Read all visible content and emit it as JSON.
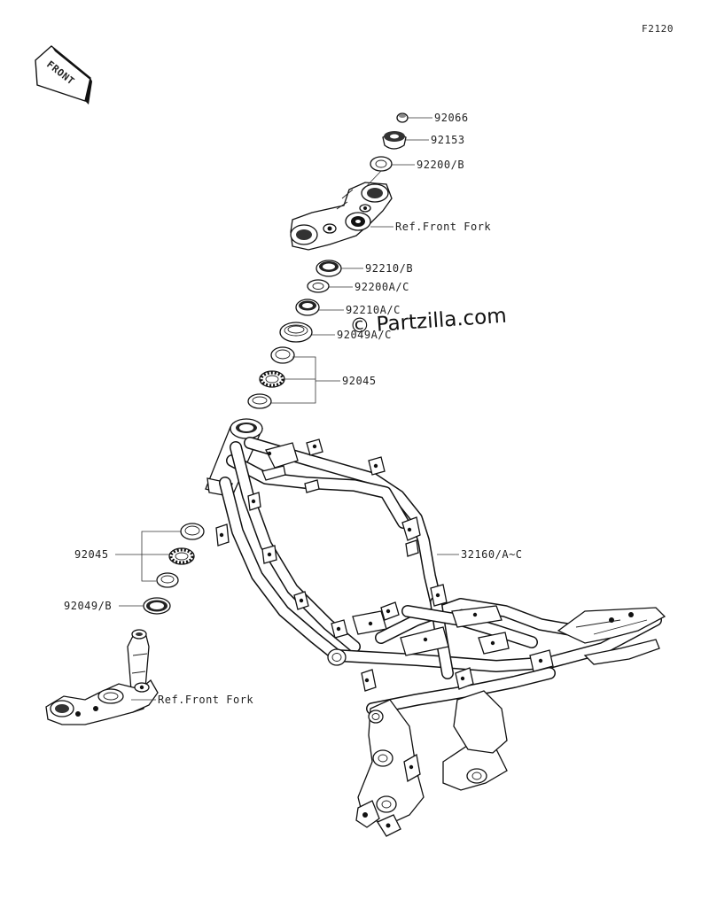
{
  "figure_code": "F2120",
  "front_indicator": "FRONT",
  "watermark": "© Partzilla.com",
  "callouts": {
    "p92066": "92066",
    "p92153": "92153",
    "p92200b": "92200/B",
    "ref_front_fork_top": "Ref.Front Fork",
    "p92210b": "92210/B",
    "p92200ac": "92200A/C",
    "p92210ac": "92210A/C",
    "p92049ac": "92049A/C",
    "p92045_top": "92045",
    "p32160": "32160/A~C",
    "p92045_left": "92045",
    "p92049b": "92049/B",
    "ref_front_fork_bottom": "Ref.Front Fork"
  }
}
